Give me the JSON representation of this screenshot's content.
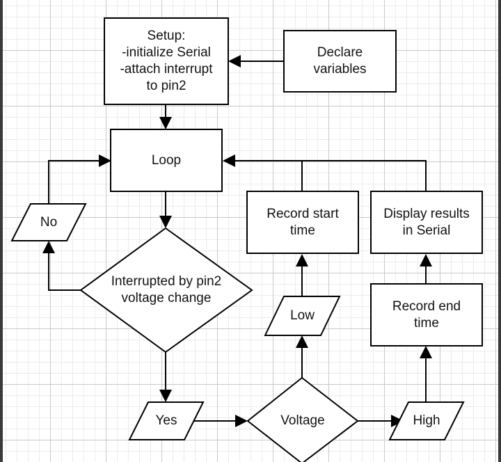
{
  "diagram": {
    "nodes": {
      "setup": "Setup:\n-initialize Serial\n-attach interrupt\nto pin2",
      "declare": "Declare\nvariables",
      "loop": "Loop",
      "no": "No",
      "interrupted": "Interrupted by pin2\nvoltage change",
      "yes": "Yes",
      "voltage": "Voltage",
      "record_start": "Record start\ntime",
      "low": "Low",
      "display_results": "Display results\nin Serial",
      "record_end": "Record end\ntime",
      "high": "High"
    }
  },
  "colors": {
    "line": "#000000",
    "fill": "#ffffff",
    "grid_major": "#c9c9c9",
    "grid_minor": "#ececec",
    "border": "#3a3a3a"
  }
}
